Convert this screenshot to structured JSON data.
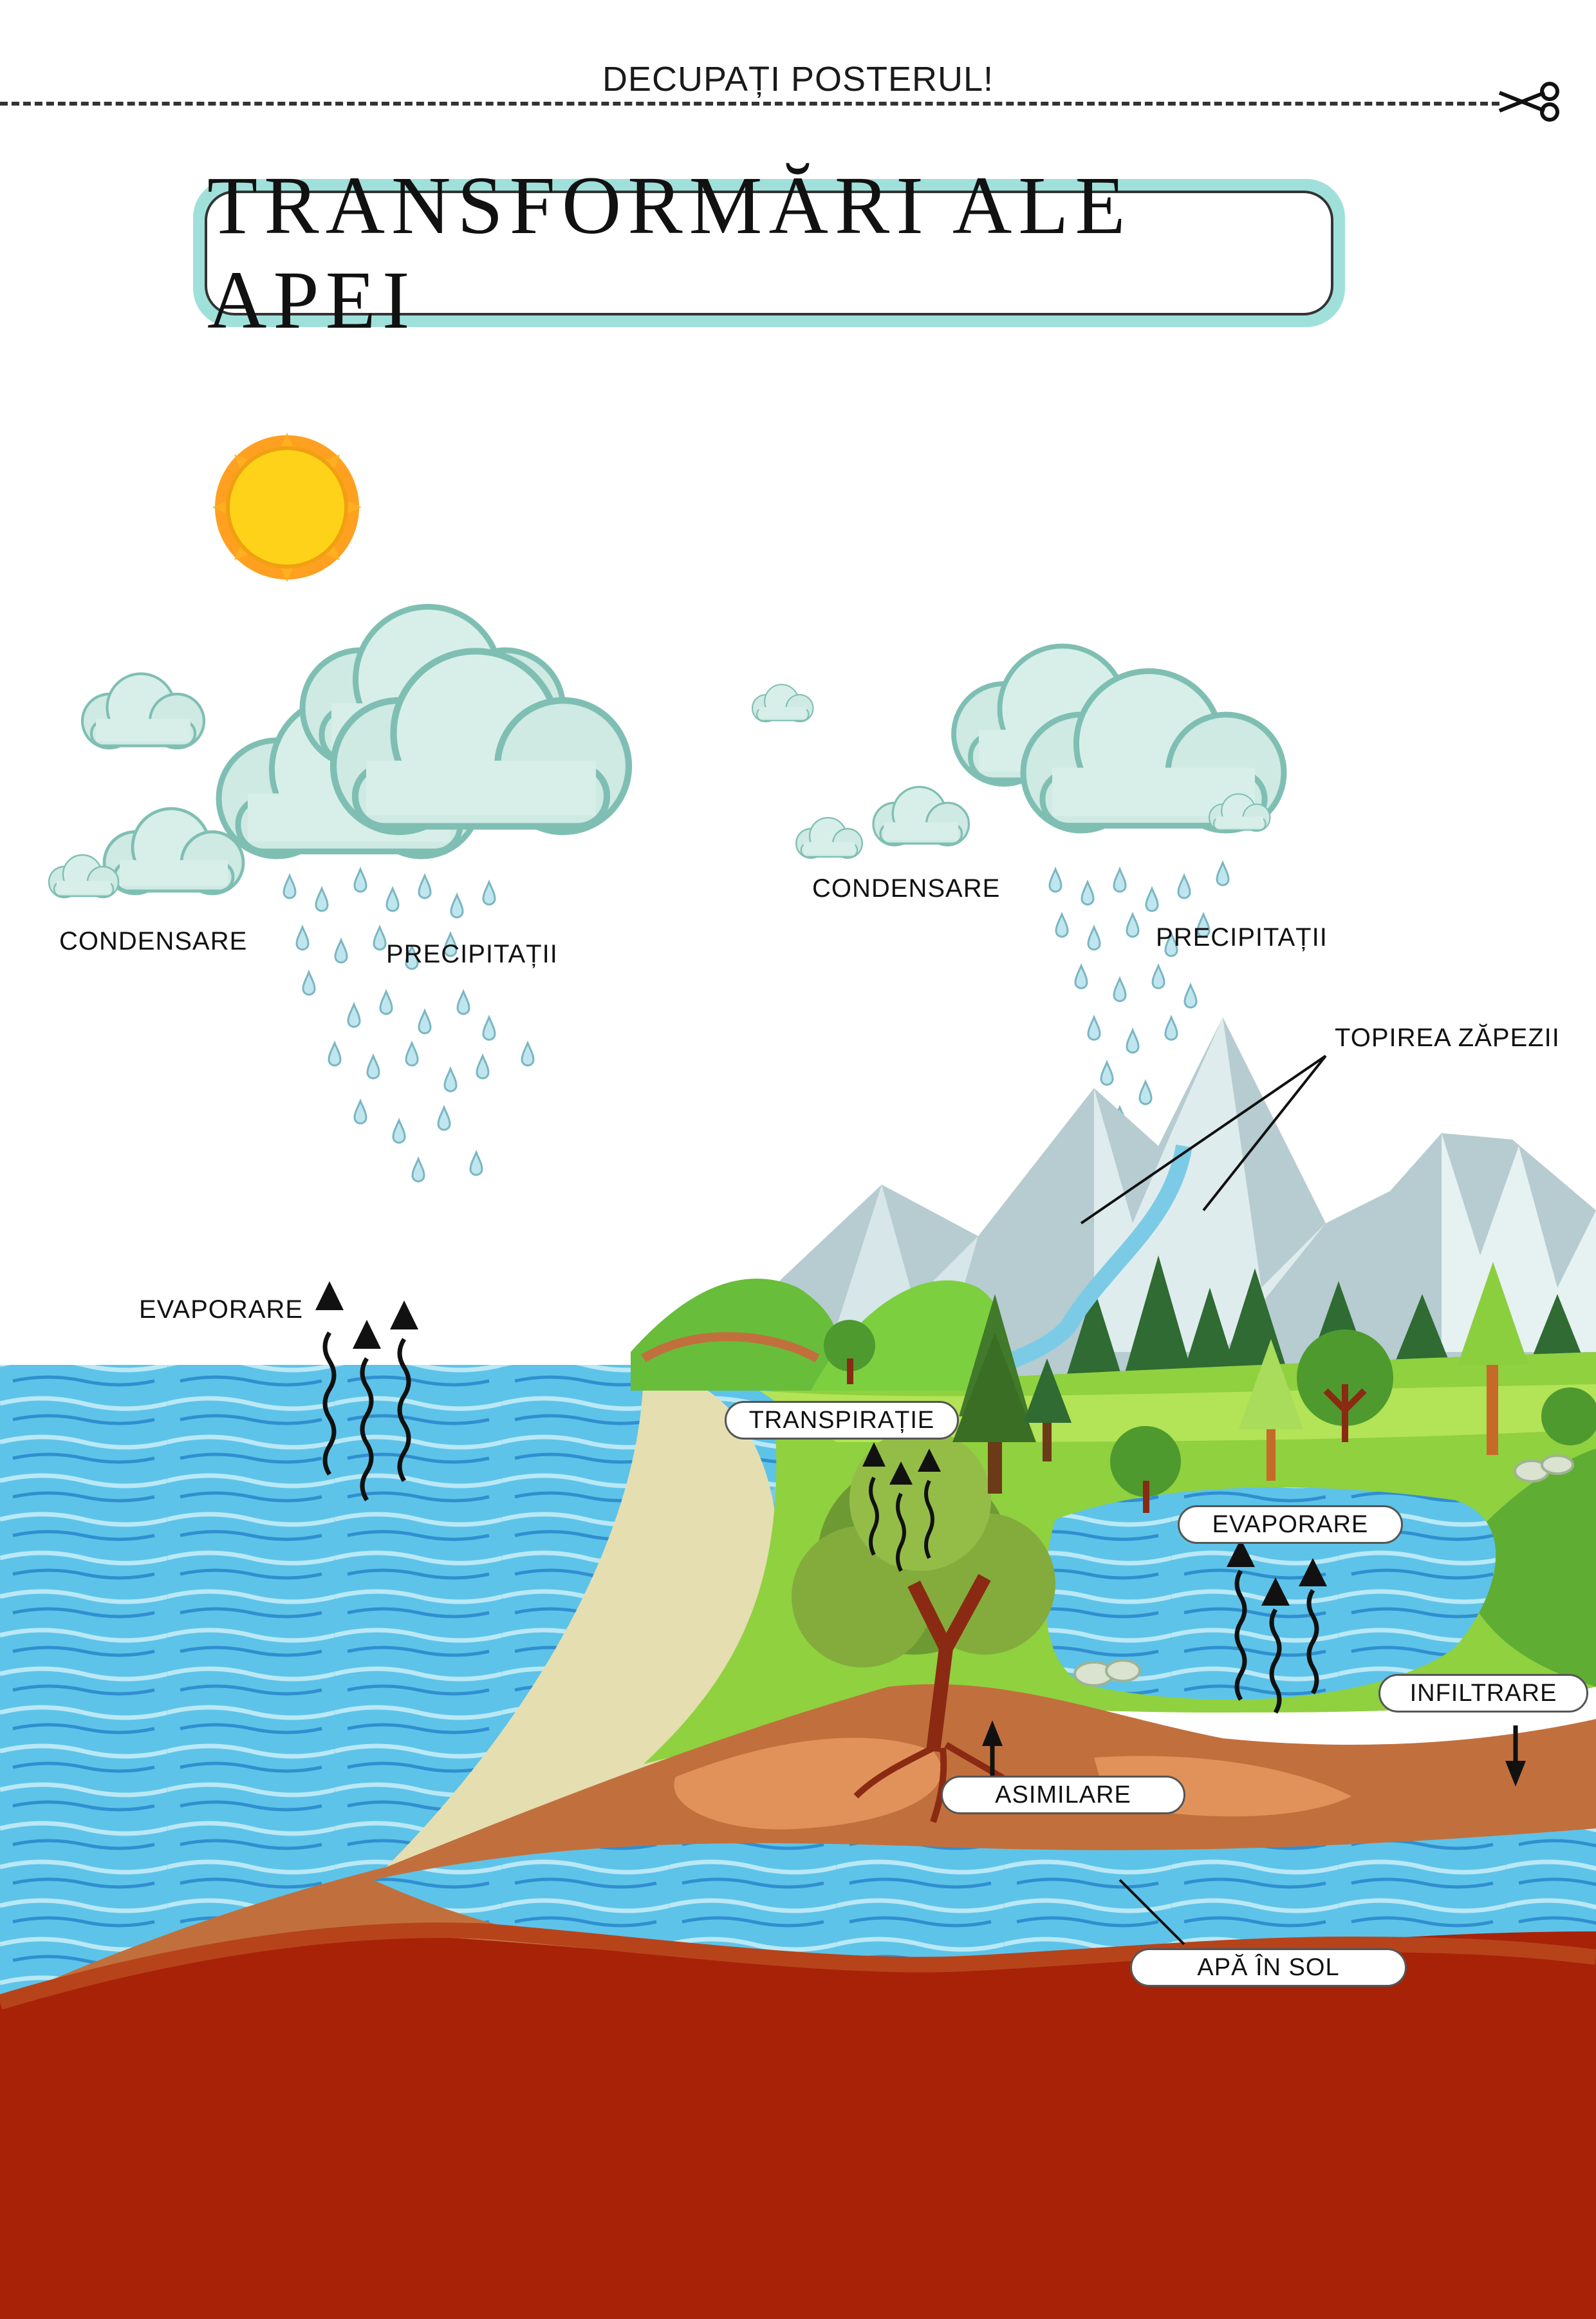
{
  "header": {
    "cut_text": "DECUPAȚI POSTERUL!"
  },
  "title": "TRANSFORMĂRI ALE APEI",
  "labels": {
    "condensare_left": "CONDENSARE",
    "precipitatii_left": "PRECIPITAȚII",
    "condensare_right": "CONDENSARE",
    "precipitatii_right": "PRECIPITAȚII",
    "topirea_zapezii": "TOPIREA ZĂPEZII",
    "evaporare_sea": "EVAPORARE",
    "transpiratie": "TRANSPIRAȚIE",
    "evaporare_lake": "EVAPORARE",
    "infiltrare": "INFILTRARE",
    "asimilare": "ASIMILARE",
    "apa_in_sol": "APĂ ÎN SOL"
  },
  "colors": {
    "title_frame": "#9fe0da",
    "sea": "#5ec3e8",
    "grass": "#8fd13f",
    "soil": "#c1703d",
    "bedrock": "#a82208",
    "sun": "#ffcc00"
  }
}
